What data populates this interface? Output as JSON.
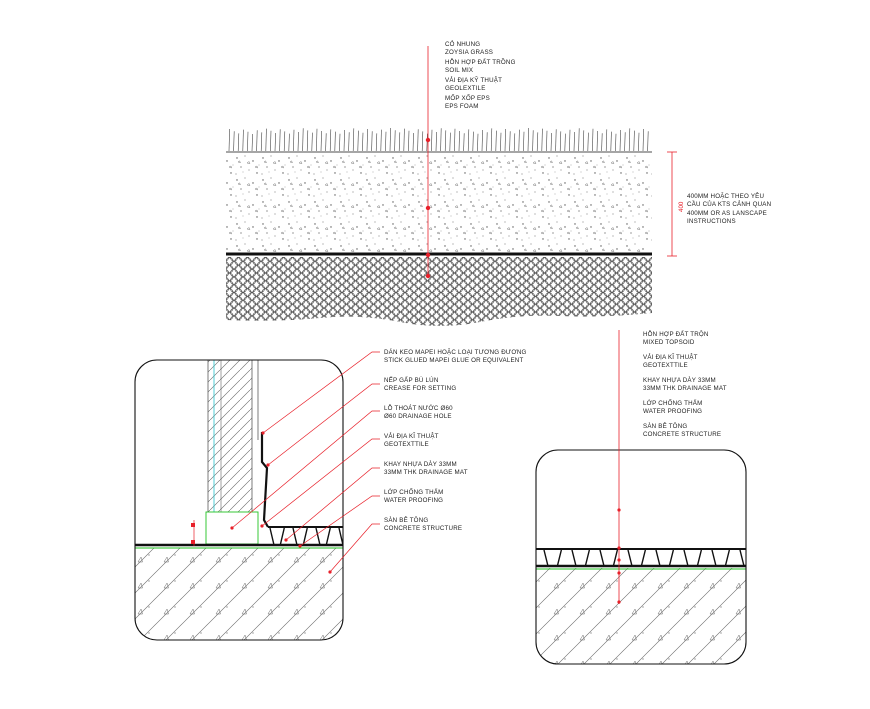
{
  "top_section": {
    "labels": [
      {
        "vi": "CỎ NHUNG",
        "en": "ZOYSIA GRASS"
      },
      {
        "vi": "HỖN HỢP ĐẤT TRỒNG",
        "en": "SOIL MIX"
      },
      {
        "vi": "VẢI ĐỊA KỸ THUẬT",
        "en": "GEOLEXTILE"
      },
      {
        "vi": "MỐP XỐP EPS",
        "en": "EPS FOAM"
      }
    ],
    "dimension": {
      "value": "400",
      "note_vi_1": "400MM HOẶC THEO YÊU",
      "note_vi_2": "CẦU CỦA KTS CẢNH QUAN",
      "note_en_1": "400MM OR AS LANSCAPE",
      "note_en_2": "INSTRUCTIONS"
    }
  },
  "left_section": {
    "labels": [
      {
        "vi": "DÁN KEO MAPEI HOẶC LOẠI TƯƠNG ĐƯƠNG",
        "en": "STICK GLUED MAPEI GLUE OR EQUIVALENT"
      },
      {
        "vi": "NẾP GẤP BÙ LÚN",
        "en": "CREASE FOR SETTING"
      },
      {
        "vi": "LỖ THOÁT NƯỚC Ø60",
        "en": "Ø60 DRAINAGE HOLE"
      },
      {
        "vi": "VẢI ĐỊA KĨ THUẬT",
        "en": "GEOTEXTTILE"
      },
      {
        "vi": "KHAY NHỰA DÀY 33MM",
        "en": "33MM  THK DRAINAGE MAT"
      },
      {
        "vi": "LỚP CHỐNG THẤM",
        "en": "WATER PROOFING"
      },
      {
        "vi": "SÀN BÊ TÔNG",
        "en": "CONCRETE STRUCTURE"
      }
    ]
  },
  "right_section": {
    "labels": [
      {
        "vi": "HỖN HỢP ĐẤT TRỘN",
        "en": "MIXED TOPSOID"
      },
      {
        "vi": "VẢI ĐỊA KĨ THUẬT",
        "en": "GEOTEXTTILE"
      },
      {
        "vi": "KHAY NHỰA DÀY 33MM",
        "en": "33MM  THK DRAINAGE MAT"
      },
      {
        "vi": "LỚP CHỐNG THẤM",
        "en": "WATER PROOFING"
      },
      {
        "vi": "SÀN BÊ TÔNG",
        "en": "CONCRETE STRUCTURE"
      }
    ]
  },
  "colors": {
    "leader": "#e8202a",
    "outline": "#111111",
    "geotextile": "#22c222",
    "pipe": "#3fc8d0",
    "hatch": "#555555"
  }
}
